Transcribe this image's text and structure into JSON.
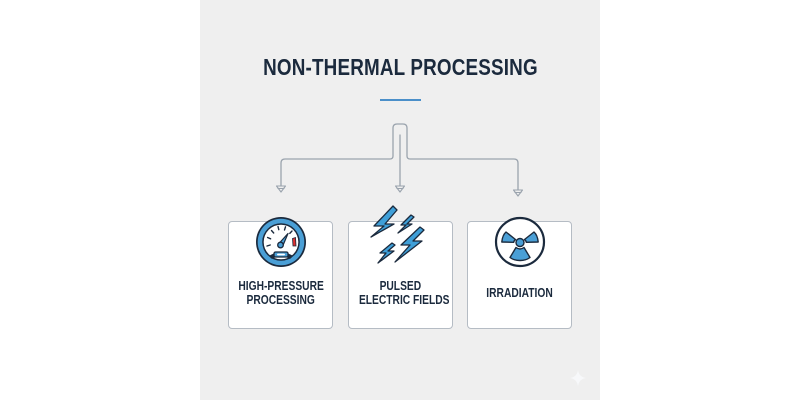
{
  "diagram": {
    "title": "NON-THERMAL PROCESSING",
    "accent_color": "#4a8fc9",
    "text_color": "#1b2a3d",
    "connector_color": "#9aa3ad",
    "alert_color": "#e0302f",
    "nodes": [
      {
        "id": "high-pressure-processing",
        "icon": "pressure-gauge-icon",
        "label_line1": "HIGH-PRESSURE",
        "label_line2": "PROCESSING"
      },
      {
        "id": "pulsed-electric-fields",
        "icon": "lightning-bolts-icon",
        "label_line1": "PULSED",
        "label_line2": "ELECTRIC FIELDS"
      },
      {
        "id": "irradiation",
        "icon": "radiation-icon",
        "label_line1": "IRRADIATION",
        "label_line2": ""
      }
    ],
    "edges": [
      {
        "from": "NON-THERMAL PROCESSING",
        "to": "high-pressure-processing"
      },
      {
        "from": "NON-THERMAL PROCESSING",
        "to": "pulsed-electric-fields"
      },
      {
        "from": "NON-THERMAL PROCESSING",
        "to": "irradiation"
      }
    ]
  }
}
